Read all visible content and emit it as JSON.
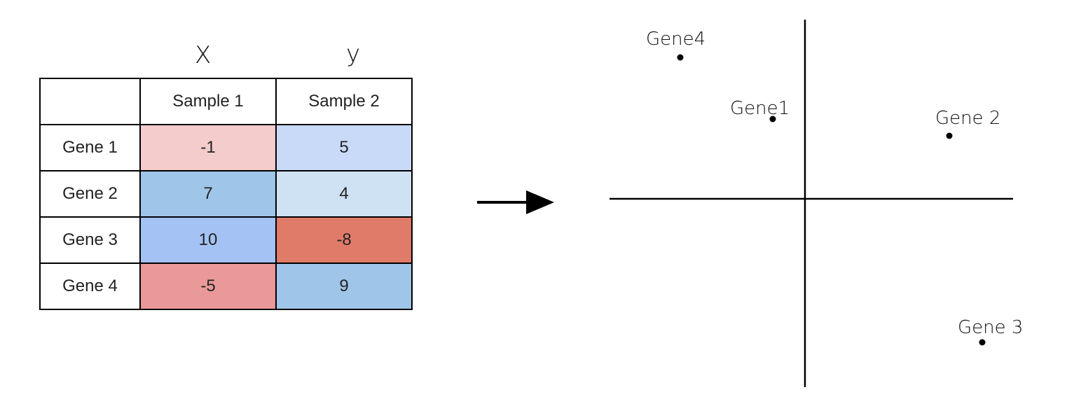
{
  "table": {
    "axis_labels": {
      "x": "X",
      "y": "y"
    },
    "columns": [
      "Sample 1",
      "Sample 2"
    ],
    "rows": [
      {
        "gene": "Gene 1",
        "values": [
          "-1",
          "5"
        ],
        "colors": [
          "#f4cccc",
          "#c9daf8"
        ]
      },
      {
        "gene": "Gene 2",
        "values": [
          "7",
          "4"
        ],
        "colors": [
          "#9fc5e8",
          "#cfe2f3"
        ]
      },
      {
        "gene": "Gene 3",
        "values": [
          "10",
          "-8"
        ],
        "colors": [
          "#a4c2f4",
          "#e07b6a"
        ]
      },
      {
        "gene": "Gene 4",
        "values": [
          "-5",
          "9"
        ],
        "colors": [
          "#ea9999",
          "#9fc5e8"
        ]
      }
    ]
  },
  "arrow": {
    "direction": "right"
  },
  "plot": {
    "points": [
      {
        "label": "Gene1",
        "x": -1,
        "y": 5
      },
      {
        "label": "Gene 2",
        "x": 7,
        "y": 4
      },
      {
        "label": "Gene 3",
        "x": 10,
        "y": -8
      },
      {
        "label": "Gene4",
        "x": -5,
        "y": 9
      }
    ]
  }
}
